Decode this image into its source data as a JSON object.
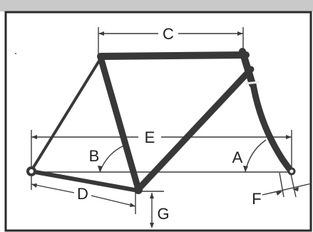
{
  "diagram": {
    "labels": {
      "c": "C",
      "e": "E",
      "a": "A",
      "b": "B",
      "d": "D",
      "f": "F",
      "g": "G"
    },
    "colors": {
      "band": "#c9c9c9",
      "frame_border": "#2a2a2a",
      "tube": "#383838",
      "line": "#3a3a3a",
      "paper": "#ffffff",
      "highlight": "#eeeeee"
    }
  }
}
